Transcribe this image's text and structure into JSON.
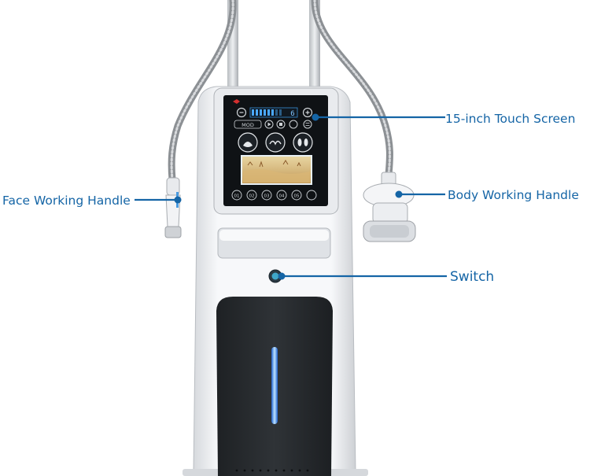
{
  "annotations": {
    "touch_screen": "15-inch Touch Screen",
    "face_handle": "Face Working Handle",
    "body_handle": "Body Working Handle",
    "switch": "Switch"
  },
  "screen": {
    "level": "6",
    "mode_label": "MOD",
    "programs": [
      "01",
      "02",
      "03",
      "04",
      "05"
    ]
  },
  "colors": {
    "callout": "#1565a6",
    "device_body": "#f4f5f7",
    "panel_dark": "#26292c",
    "screen_bg": "#111417",
    "light_strip": "#4aa8ff"
  }
}
